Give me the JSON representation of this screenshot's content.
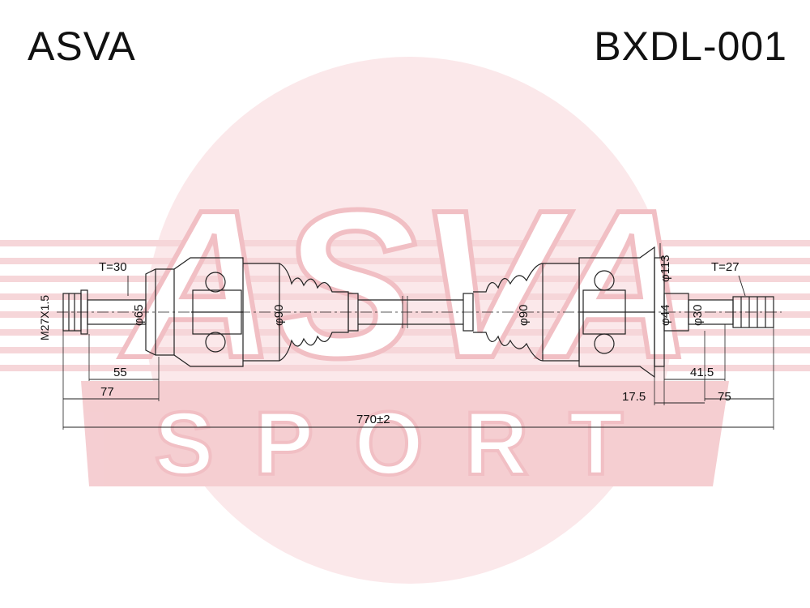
{
  "header": {
    "brand": "ASVA",
    "part_number": "BXDL-001"
  },
  "watermark": {
    "logo_text": "ASVA",
    "sub_text": "SPORT",
    "color": "#f2c4c8"
  },
  "dimensions": {
    "thread": "M27X1.5",
    "left_teeth": "T=30",
    "left_shaft_dia": "φ65",
    "boot_left_dia": "φ90",
    "boot_right_dia": "φ90",
    "flange_dia": "φ113",
    "right_dia_44": "φ44",
    "right_dia_30": "φ30",
    "right_teeth": "T=27",
    "left_len_55": "55",
    "left_len_77": "77",
    "total_len": "770±2",
    "right_len_17_5": "17.5",
    "right_len_41_5": "41.5",
    "right_len_75": "75"
  }
}
